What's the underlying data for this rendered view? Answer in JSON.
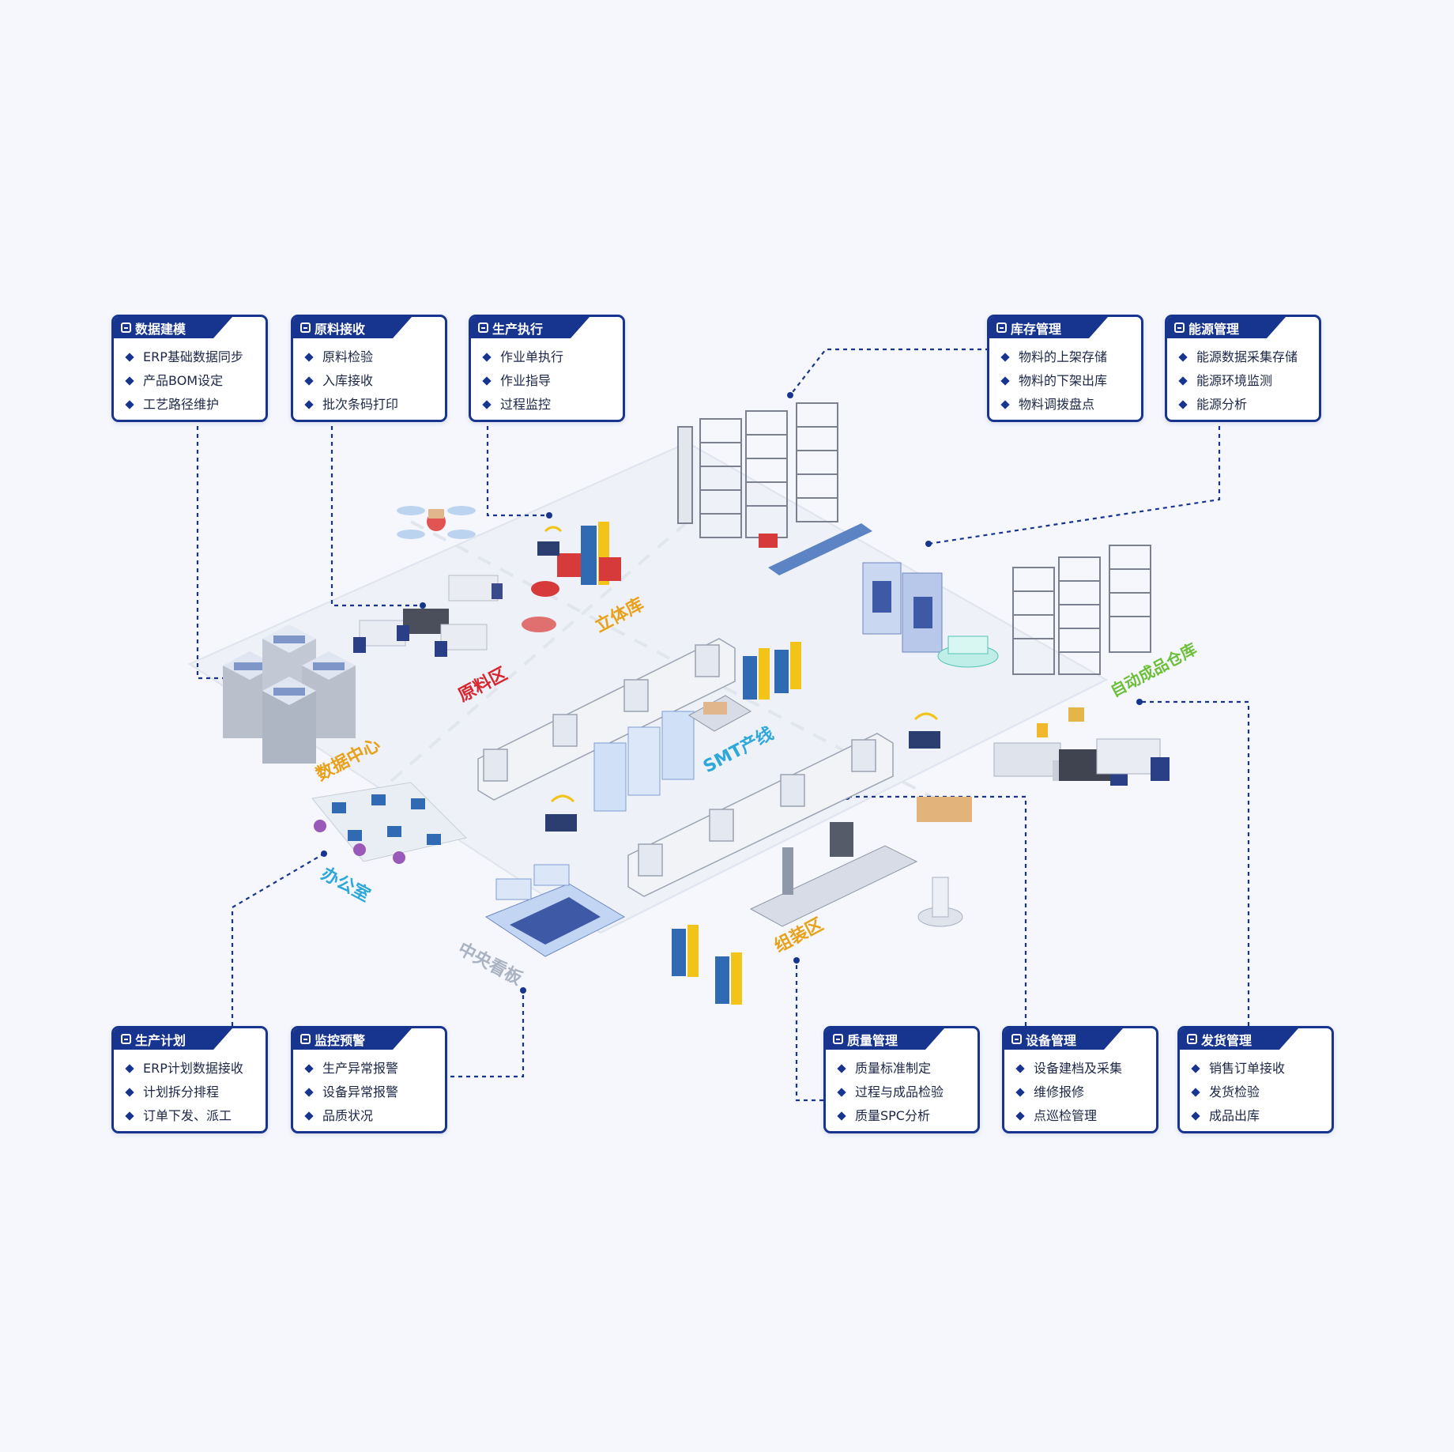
{
  "modules": [
    {
      "id": "data-modeling",
      "title": "数据建模",
      "items": [
        "ERP基础数据同步",
        "产品BOM设定",
        "工艺路径维护"
      ]
    },
    {
      "id": "material-receiving",
      "title": "原料接收",
      "items": [
        "原料检验",
        "入库接收",
        "批次条码打印"
      ]
    },
    {
      "id": "production-execution",
      "title": "生产执行",
      "items": [
        "作业单执行",
        "作业指导",
        "过程监控"
      ]
    },
    {
      "id": "inventory-management",
      "title": "库存管理",
      "items": [
        "物料的上架存储",
        "物料的下架出库",
        "物料调拨盘点"
      ]
    },
    {
      "id": "energy-management",
      "title": "能源管理",
      "items": [
        "能源数据采集存储",
        "能源环境监测",
        "能源分析"
      ]
    },
    {
      "id": "production-planning",
      "title": "生产计划",
      "items": [
        "ERP计划数据接收",
        "计划拆分排程",
        "订单下发、派工"
      ]
    },
    {
      "id": "monitoring-alerts",
      "title": "监控预警",
      "items": [
        "生产异常报警",
        "设备异常报警",
        "品质状况"
      ]
    },
    {
      "id": "quality-management",
      "title": "质量管理",
      "items": [
        "质量标准制定",
        "过程与成品检验",
        "质量SPC分析"
      ]
    },
    {
      "id": "equipment-management",
      "title": "设备管理",
      "items": [
        "设备建档及采集",
        "维修报修",
        "点巡检管理"
      ]
    },
    {
      "id": "shipping-management",
      "title": "发货管理",
      "items": [
        "销售订单接收",
        "发货检验",
        "成品出库"
      ]
    }
  ],
  "zone_labels": {
    "data_center": "数据中心",
    "material_zone": "原料区",
    "stereo_warehouse": "立体库",
    "smt_line": "SMT产线",
    "office": "办公室",
    "central_board": "中央看板",
    "assembly_zone": "组装区",
    "finished_warehouse": "自动成品仓库"
  },
  "colors": {
    "accent": "#17348e",
    "background": "#f5f7fc",
    "label_orange": "#e8a11a",
    "label_red": "#d7262e",
    "label_blue": "#2ea7d9",
    "label_green": "#6dbf3a",
    "label_gray": "#aab3c2"
  }
}
